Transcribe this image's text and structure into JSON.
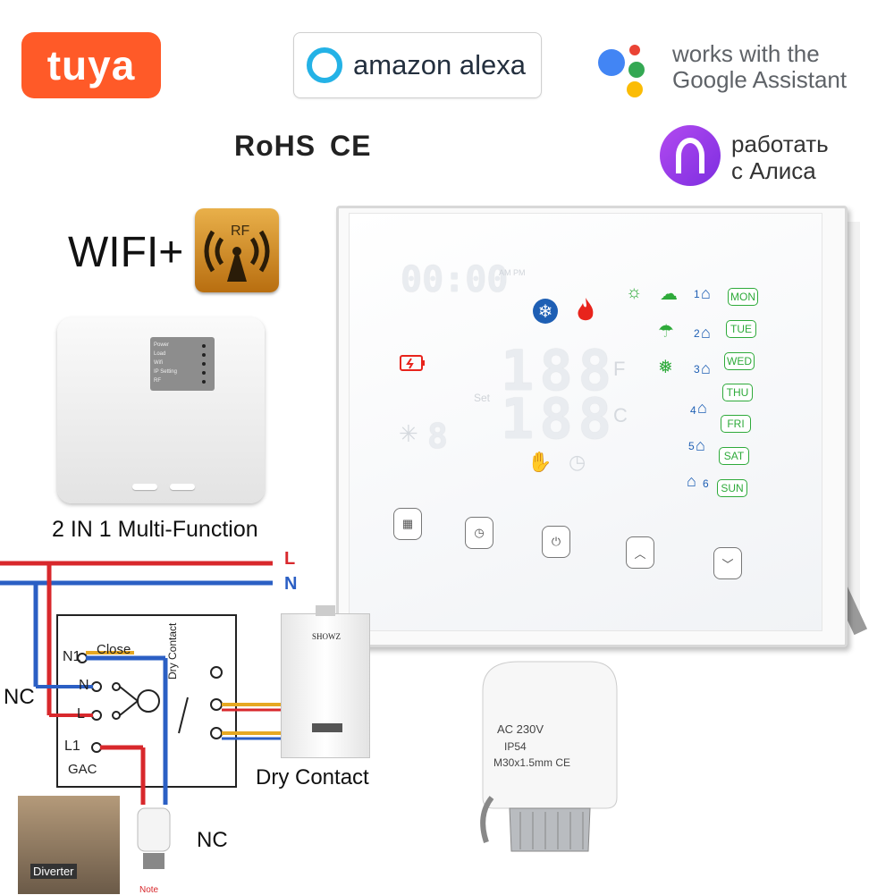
{
  "logos": {
    "tuya": "tuya",
    "alexa": "amazon alexa",
    "google_line1": "works with the",
    "google_line2": "Google Assistant",
    "rohs": "RoHS",
    "ce": "CE",
    "alice_line1": "работать",
    "alice_line2": "с Алиса",
    "wifi": "WIFI+",
    "rf": "RF"
  },
  "receiver": {
    "leds": [
      "Power",
      "Load",
      "Wifi",
      "IP Setting",
      "RF"
    ],
    "caption": "2 IN 1 Multi-Function"
  },
  "thermostat": {
    "days": [
      "MON",
      "TUE",
      "WED",
      "THU",
      "FRI",
      "SAT",
      "SUN"
    ],
    "periods": [
      "1",
      "2",
      "3",
      "4",
      "5",
      "6"
    ],
    "set_label": "Set",
    "unit_f": "F",
    "unit_c": "C",
    "clock_placeholder": "00:00",
    "am_pm": "AM PM",
    "temp_digits_top": "188",
    "temp_digits_bottom": "188",
    "fan_digit": "8",
    "buttons": [
      "menu",
      "clock",
      "power",
      "up",
      "down"
    ],
    "colors": {
      "day_green": "#2eaa3a",
      "flame_red": "#e8241c",
      "snow_blue": "#1e5fb4",
      "battery_red": "#e8241c"
    }
  },
  "wiring": {
    "line_L": "L",
    "line_N": "N",
    "terminals": [
      "N1",
      "N",
      "L",
      "L1"
    ],
    "close_label": "Close",
    "dry_contact_label": "Dry Contact",
    "gac_label": "GAC",
    "nc_left": "NC",
    "nc_bottom": "NC",
    "dry_contact_caption": "Dry Contact",
    "boiler_brand": "SHOWZ",
    "diverter_label": "Diverter",
    "note_label": "Note"
  },
  "actuator": {
    "line1": "AC 230V",
    "line2": "IP54",
    "line3": "M30x1.5mm",
    "ce": "CE"
  }
}
